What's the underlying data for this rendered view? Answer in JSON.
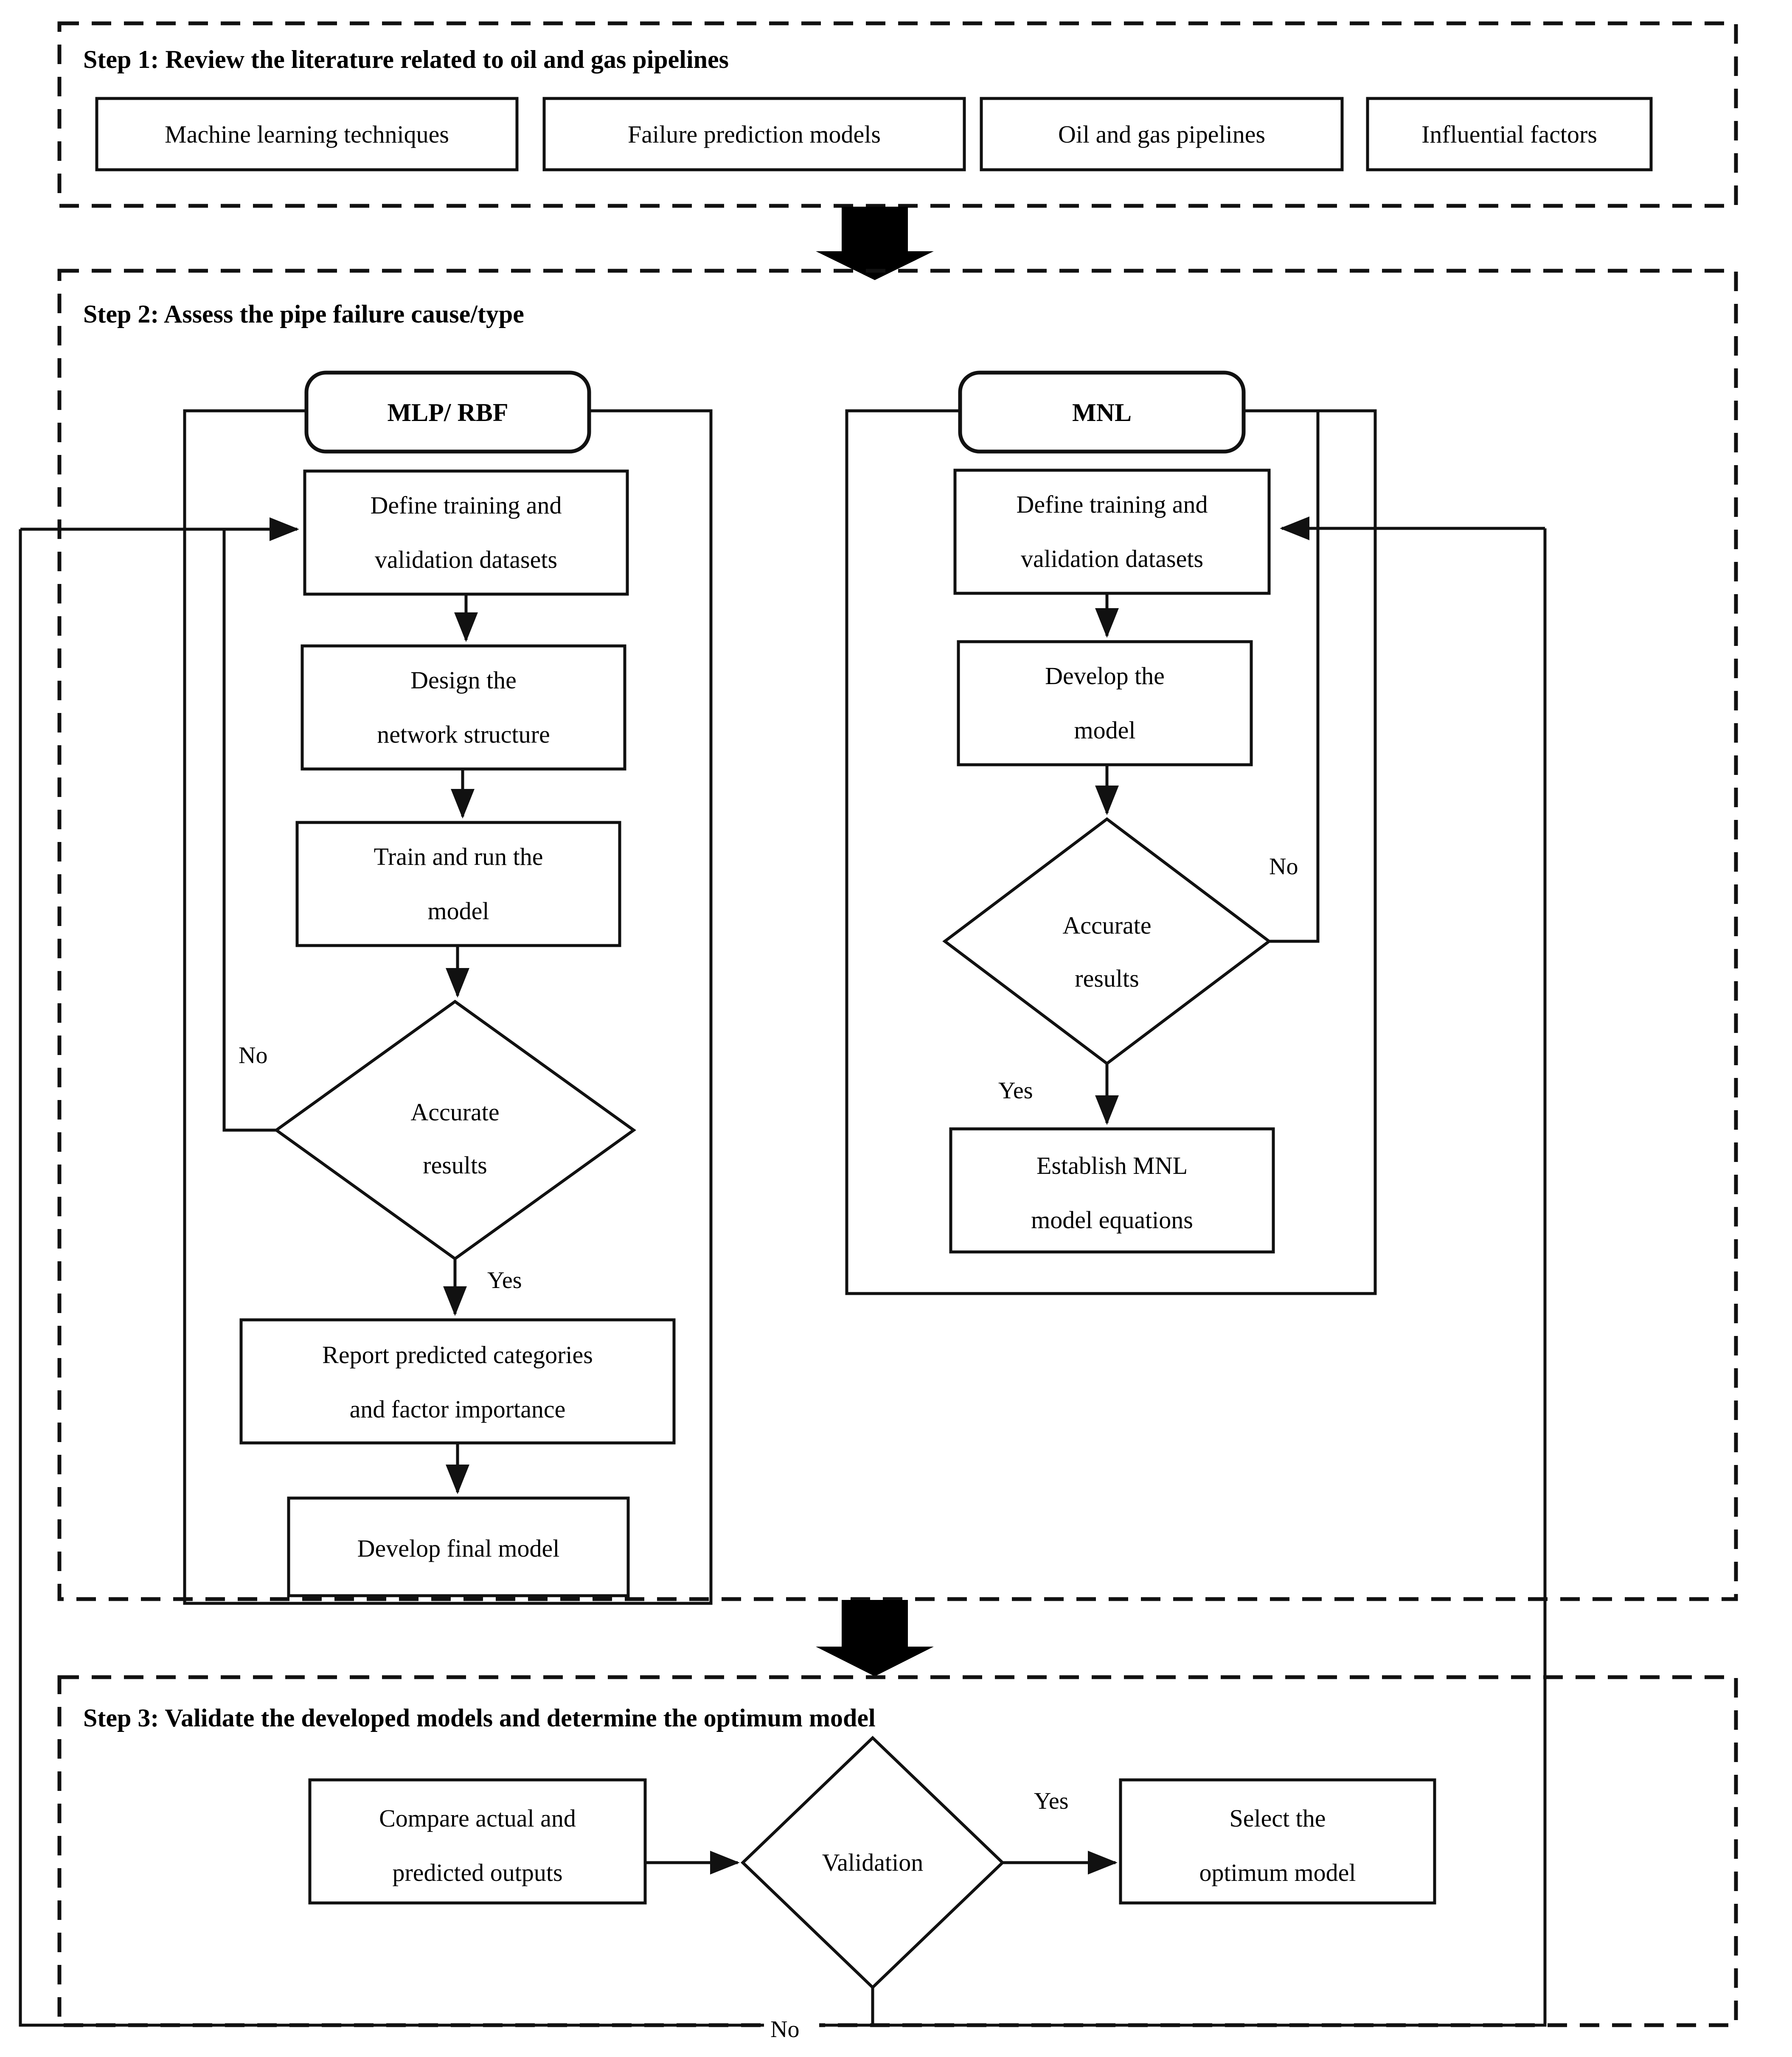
{
  "diagram": {
    "title": "Research methodology flowchart for pipe failure prediction",
    "colors": {
      "stroke": "#1a1a1a",
      "fill": "#ffffff",
      "text": "#000000"
    }
  },
  "steps": [
    {
      "id": "step1",
      "title": "Step 1: Review the literature related to oil and gas pipelines",
      "boxes": [
        {
          "id": "s1b1",
          "label": "Machine learning techniques"
        },
        {
          "id": "s1b2",
          "label": "Failure prediction models"
        },
        {
          "id": "s1b3",
          "label": "Oil and gas pipelines"
        },
        {
          "id": "s1b4",
          "label": "Influential factors"
        }
      ]
    },
    {
      "id": "step2",
      "title": "Step 2: Assess the pipe failure cause/type",
      "branches": [
        {
          "id": "mlp",
          "label": "MLP/ RBF",
          "nodes": [
            {
              "id": "mlp-n1",
              "type": "process",
              "label": "Define training and validation datasets"
            },
            {
              "id": "mlp-n2",
              "type": "process",
              "label": "Design the network structure"
            },
            {
              "id": "mlp-n3",
              "type": "process",
              "label": "Train and run the model"
            },
            {
              "id": "mlp-d1",
              "type": "decision",
              "label": "Accurate results"
            },
            {
              "id": "mlp-n4",
              "type": "process",
              "label": "Report predicted categories and factor importance"
            },
            {
              "id": "mlp-n5",
              "type": "process",
              "label": "Develop final model"
            }
          ],
          "edge_labels": {
            "no": "No",
            "yes": "Yes"
          }
        },
        {
          "id": "mnl",
          "label": "MNL",
          "nodes": [
            {
              "id": "mnl-n1",
              "type": "process",
              "label": "Define training and validation datasets"
            },
            {
              "id": "mnl-n2",
              "type": "process",
              "label": "Develop the model"
            },
            {
              "id": "mnl-d1",
              "type": "decision",
              "label": "Accurate results"
            },
            {
              "id": "mnl-n3",
              "type": "process",
              "label": "Establish MNL model equations"
            }
          ],
          "edge_labels": {
            "no": "No",
            "yes": "Yes"
          }
        }
      ]
    },
    {
      "id": "step3",
      "title": "Step 3: Validate the developed models and determine the optimum model",
      "nodes": [
        {
          "id": "s3-n1",
          "type": "process",
          "label": "Compare actual and predicted outputs"
        },
        {
          "id": "s3-d1",
          "type": "decision",
          "label": "Validation"
        },
        {
          "id": "s3-n2",
          "type": "process",
          "label": "Select the optimum model"
        }
      ],
      "edge_labels": {
        "yes": "Yes",
        "no": "No"
      }
    }
  ],
  "text": {
    "step1_title": "Step 1: Review the literature related to oil and gas pipelines",
    "step1_box1": "Machine learning techniques",
    "step1_box2": "Failure prediction models",
    "step1_box3": "Oil and gas pipelines",
    "step1_box4": "Influential factors",
    "step2_title": "Step 2: Assess the pipe failure cause/type",
    "mlp_title": "MLP/ RBF",
    "mlp_n1_l1": "Define training and",
    "mlp_n1_l2": "validation datasets",
    "mlp_n2_l1": "Design the",
    "mlp_n2_l2": "network structure",
    "mlp_n3_l1": "Train and run the",
    "mlp_n3_l2": "model",
    "mlp_d1_l1": "Accurate",
    "mlp_d1_l2": "results",
    "mlp_no": "No",
    "mlp_yes": "Yes",
    "mlp_n4_l1": "Report predicted categories",
    "mlp_n4_l2": "and factor importance",
    "mlp_n5": "Develop final model",
    "mnl_title": "MNL",
    "mnl_n1_l1": "Define training and",
    "mnl_n1_l2": "validation datasets",
    "mnl_n2_l1": "Develop the",
    "mnl_n2_l2": "model",
    "mnl_d1_l1": "Accurate",
    "mnl_d1_l2": "results",
    "mnl_no": "No",
    "mnl_yes": "Yes",
    "mnl_n3_l1": "Establish MNL",
    "mnl_n3_l2": "model equations",
    "step3_title": "Step 3: Validate the developed models and determine the optimum model",
    "s3_n1_l1": "Compare actual and",
    "s3_n1_l2": "predicted outputs",
    "s3_d1": "Validation",
    "s3_yes": "Yes",
    "s3_no": "No",
    "s3_n2_l1": "Select the",
    "s3_n2_l2": "optimum model"
  }
}
